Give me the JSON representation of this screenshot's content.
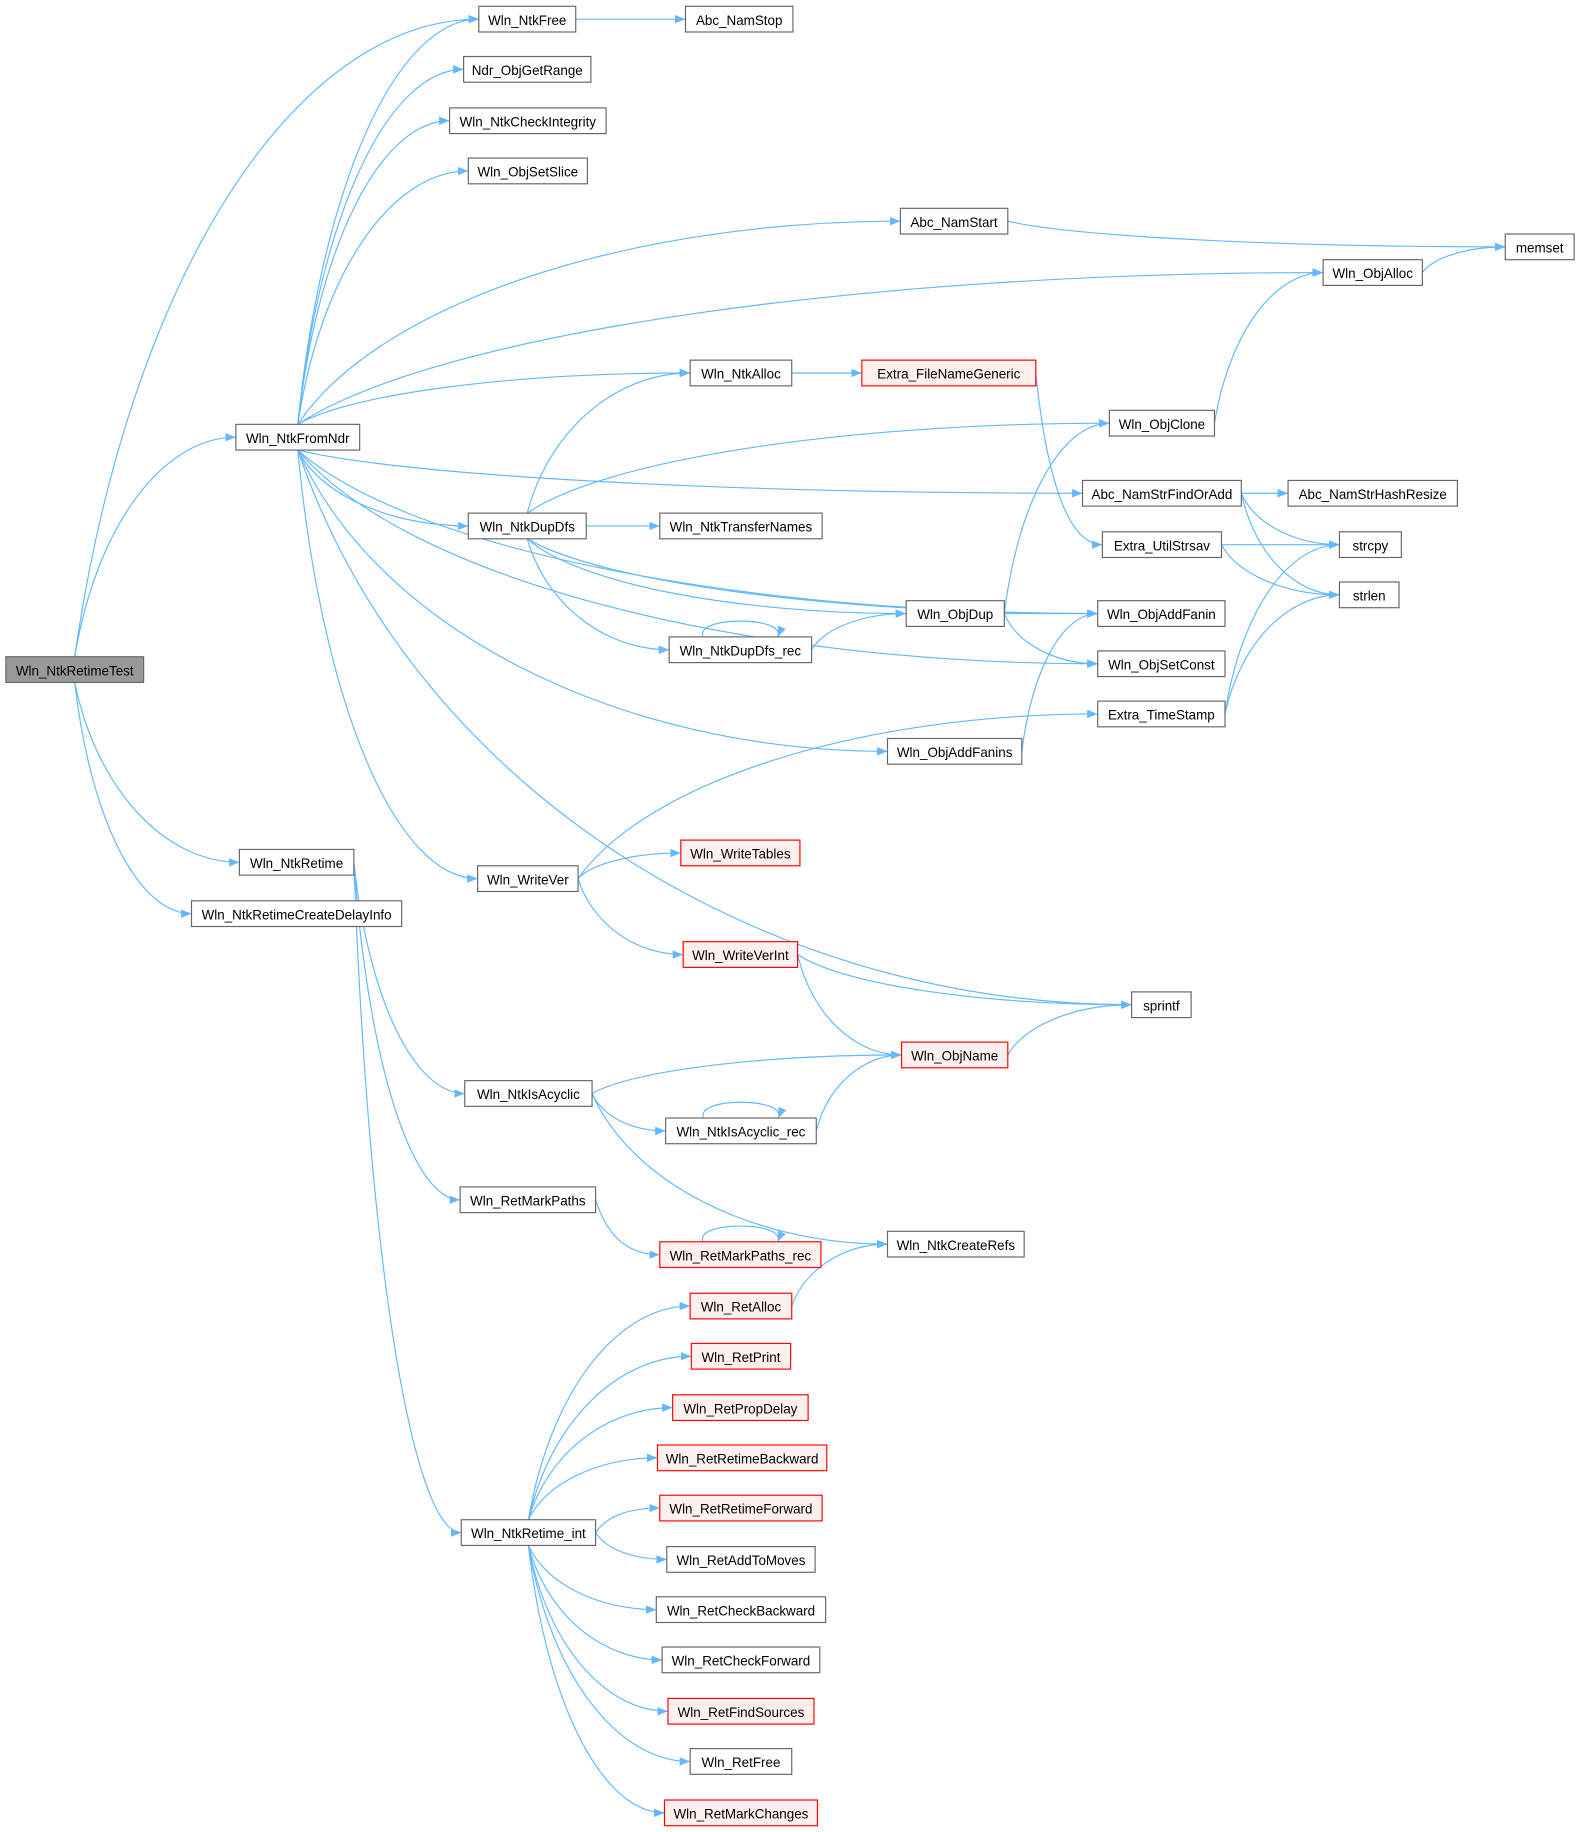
{
  "graph": {
    "root": "Wln_NtkRetimeTest",
    "nodes": [
      {
        "label": "Wln_NtkRetimeTest"
      },
      {
        "label": "Wln_NtkFree"
      },
      {
        "label": "Abc_NamStop"
      },
      {
        "label": "Ndr_ObjGetRange"
      },
      {
        "label": "Wln_NtkCheckIntegrity"
      },
      {
        "label": "Wln_ObjSetSlice"
      },
      {
        "label": "Abc_NamStart"
      },
      {
        "label": "memset"
      },
      {
        "label": "Wln_ObjAlloc"
      },
      {
        "label": "Wln_NtkFromNdr"
      },
      {
        "label": "Wln_NtkAlloc"
      },
      {
        "label": "Extra_FileNameGeneric",
        "truncated": true
      },
      {
        "label": "Wln_ObjClone"
      },
      {
        "label": "Abc_NamStrFindOrAdd"
      },
      {
        "label": "Abc_NamStrHashResize"
      },
      {
        "label": "Wln_NtkDupDfs"
      },
      {
        "label": "Wln_NtkTransferNames"
      },
      {
        "label": "Extra_UtilStrsav"
      },
      {
        "label": "strcpy"
      },
      {
        "label": "strlen"
      },
      {
        "label": "Wln_ObjDup"
      },
      {
        "label": "Wln_ObjAddFanin"
      },
      {
        "label": "Wln_NtkDupDfs_rec"
      },
      {
        "label": "Wln_ObjSetConst"
      },
      {
        "label": "Extra_TimeStamp"
      },
      {
        "label": "Wln_ObjAddFanins"
      },
      {
        "label": "Wln_NtkRetime"
      },
      {
        "label": "Wln_NtkRetimeCreateDelayInfo"
      },
      {
        "label": "Wln_WriteTables",
        "truncated": true
      },
      {
        "label": "Wln_WriteVer"
      },
      {
        "label": "Wln_WriteVerInt",
        "truncated": true
      },
      {
        "label": "sprintf"
      },
      {
        "label": "Wln_ObjName",
        "truncated": true
      },
      {
        "label": "Wln_NtkIsAcyclic"
      },
      {
        "label": "Wln_NtkIsAcyclic_rec"
      },
      {
        "label": "Wln_RetMarkPaths"
      },
      {
        "label": "Wln_NtkCreateRefs"
      },
      {
        "label": "Wln_RetMarkPaths_rec",
        "truncated": true
      },
      {
        "label": "Wln_RetAlloc",
        "truncated": true
      },
      {
        "label": "Wln_RetPrint",
        "truncated": true
      },
      {
        "label": "Wln_RetPropDelay",
        "truncated": true
      },
      {
        "label": "Wln_RetRetimeBackward",
        "truncated": true
      },
      {
        "label": "Wln_RetRetimeForward",
        "truncated": true
      },
      {
        "label": "Wln_NtkRetime_int"
      },
      {
        "label": "Wln_RetAddToMoves"
      },
      {
        "label": "Wln_RetCheckBackward"
      },
      {
        "label": "Wln_RetCheckForward"
      },
      {
        "label": "Wln_RetFindSources",
        "truncated": true
      },
      {
        "label": "Wln_RetFree"
      },
      {
        "label": "Wln_RetMarkChanges",
        "truncated": true
      }
    ],
    "edges": [
      [
        "Wln_NtkRetimeTest",
        "Wln_NtkFree"
      ],
      [
        "Wln_NtkRetimeTest",
        "Wln_NtkFromNdr"
      ],
      [
        "Wln_NtkRetimeTest",
        "Wln_NtkRetime"
      ],
      [
        "Wln_NtkRetimeTest",
        "Wln_NtkRetimeCreateDelayInfo"
      ],
      [
        "Wln_NtkFree",
        "Abc_NamStop"
      ],
      [
        "Wln_NtkFromNdr",
        "Wln_NtkFree"
      ],
      [
        "Wln_NtkFromNdr",
        "Ndr_ObjGetRange"
      ],
      [
        "Wln_NtkFromNdr",
        "Wln_NtkCheckIntegrity"
      ],
      [
        "Wln_NtkFromNdr",
        "Wln_ObjSetSlice"
      ],
      [
        "Wln_NtkFromNdr",
        "Abc_NamStart"
      ],
      [
        "Wln_NtkFromNdr",
        "Wln_ObjAlloc"
      ],
      [
        "Wln_NtkFromNdr",
        "Abc_NamStrFindOrAdd"
      ],
      [
        "Wln_NtkFromNdr",
        "Wln_NtkAlloc"
      ],
      [
        "Wln_NtkFromNdr",
        "Wln_ObjAddFanin"
      ],
      [
        "Wln_NtkFromNdr",
        "Wln_NtkDupDfs"
      ],
      [
        "Wln_NtkFromNdr",
        "Wln_ObjAddFanins"
      ],
      [
        "Wln_NtkFromNdr",
        "Wln_ObjSetConst"
      ],
      [
        "Wln_NtkFromNdr",
        "Wln_WriteVer"
      ],
      [
        "Wln_NtkFromNdr",
        "sprintf"
      ],
      [
        "Abc_NamStart",
        "memset"
      ],
      [
        "Wln_ObjAlloc",
        "memset"
      ],
      [
        "Wln_NtkAlloc",
        "Extra_FileNameGeneric"
      ],
      [
        "Extra_FileNameGeneric",
        "Extra_UtilStrsav"
      ],
      [
        "Wln_ObjClone",
        "Wln_ObjAlloc"
      ],
      [
        "Abc_NamStrFindOrAdd",
        "Abc_NamStrHashResize"
      ],
      [
        "Abc_NamStrFindOrAdd",
        "strcpy"
      ],
      [
        "Abc_NamStrFindOrAdd",
        "strlen"
      ],
      [
        "Extra_UtilStrsav",
        "strcpy"
      ],
      [
        "Extra_UtilStrsav",
        "strlen"
      ],
      [
        "Wln_NtkDupDfs",
        "Wln_NtkAlloc"
      ],
      [
        "Wln_NtkDupDfs",
        "Wln_ObjClone"
      ],
      [
        "Wln_NtkDupDfs",
        "Wln_NtkTransferNames"
      ],
      [
        "Wln_NtkDupDfs",
        "Wln_ObjDup"
      ],
      [
        "Wln_NtkDupDfs",
        "Wln_NtkDupDfs_rec"
      ],
      [
        "Wln_NtkDupDfs",
        "Wln_ObjAddFanin"
      ],
      [
        "Wln_NtkDupDfs_rec",
        "Wln_NtkDupDfs_rec"
      ],
      [
        "Wln_NtkDupDfs_rec",
        "Wln_ObjDup"
      ],
      [
        "Wln_ObjDup",
        "Wln_ObjClone"
      ],
      [
        "Wln_ObjDup",
        "Wln_ObjAddFanin"
      ],
      [
        "Wln_ObjDup",
        "Wln_ObjSetConst"
      ],
      [
        "Wln_ObjAddFanins",
        "Wln_ObjAddFanin"
      ],
      [
        "Extra_TimeStamp",
        "strcpy"
      ],
      [
        "Extra_TimeStamp",
        "strlen"
      ],
      [
        "Wln_WriteVer",
        "Wln_WriteTables"
      ],
      [
        "Wln_WriteVer",
        "Extra_TimeStamp"
      ],
      [
        "Wln_WriteVer",
        "Wln_WriteVerInt"
      ],
      [
        "Wln_WriteVerInt",
        "sprintf"
      ],
      [
        "Wln_WriteVerInt",
        "Wln_ObjName"
      ],
      [
        "Wln_ObjName",
        "sprintf"
      ],
      [
        "Wln_NtkRetime",
        "Wln_NtkIsAcyclic"
      ],
      [
        "Wln_NtkRetime",
        "Wln_RetMarkPaths"
      ],
      [
        "Wln_NtkRetime",
        "Wln_NtkRetime_int"
      ],
      [
        "Wln_NtkIsAcyclic",
        "Wln_ObjName"
      ],
      [
        "Wln_NtkIsAcyclic",
        "Wln_NtkIsAcyclic_rec"
      ],
      [
        "Wln_NtkIsAcyclic",
        "Wln_NtkCreateRefs"
      ],
      [
        "Wln_NtkIsAcyclic_rec",
        "Wln_NtkIsAcyclic_rec"
      ],
      [
        "Wln_NtkIsAcyclic_rec",
        "Wln_ObjName"
      ],
      [
        "Wln_RetMarkPaths",
        "Wln_RetMarkPaths_rec"
      ],
      [
        "Wln_RetMarkPaths_rec",
        "Wln_RetMarkPaths_rec"
      ],
      [
        "Wln_RetAlloc",
        "Wln_NtkCreateRefs"
      ],
      [
        "Wln_NtkRetime_int",
        "Wln_RetAlloc"
      ],
      [
        "Wln_NtkRetime_int",
        "Wln_RetPrint"
      ],
      [
        "Wln_NtkRetime_int",
        "Wln_RetPropDelay"
      ],
      [
        "Wln_NtkRetime_int",
        "Wln_RetRetimeBackward"
      ],
      [
        "Wln_NtkRetime_int",
        "Wln_RetRetimeForward"
      ],
      [
        "Wln_NtkRetime_int",
        "Wln_RetAddToMoves"
      ],
      [
        "Wln_NtkRetime_int",
        "Wln_RetCheckBackward"
      ],
      [
        "Wln_NtkRetime_int",
        "Wln_RetCheckForward"
      ],
      [
        "Wln_NtkRetime_int",
        "Wln_RetFindSources"
      ],
      [
        "Wln_NtkRetime_int",
        "Wln_RetFree"
      ],
      [
        "Wln_NtkRetime_int",
        "Wln_RetMarkChanges"
      ]
    ],
    "colors": {
      "edge": "#63b8ff",
      "truncated_border": "#ff0000",
      "root_fill": "#999999"
    }
  }
}
